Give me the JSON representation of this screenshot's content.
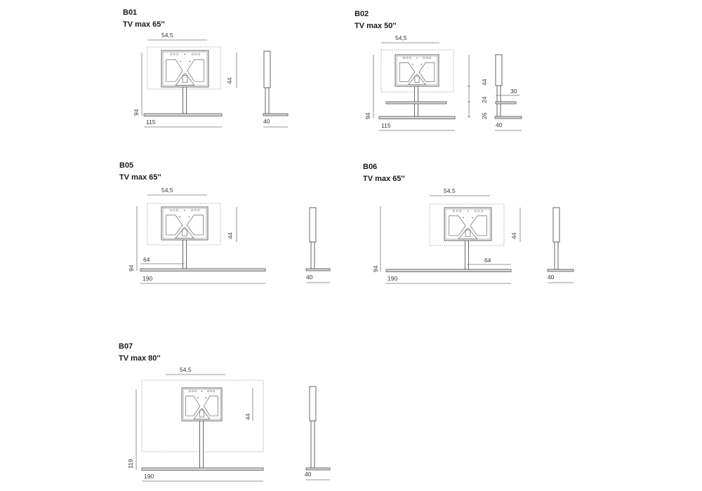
{
  "models": [
    {
      "code": "B01",
      "tv": "TV max 65''",
      "plate_width": "54,5",
      "plate_height": "44",
      "total_height": "94",
      "base_width": "115",
      "depth": "40"
    },
    {
      "code": "B02",
      "tv": "TV max 50''",
      "plate_width": "54,5",
      "plate_height": "44",
      "shelf_gap": "24",
      "shelf_height": "26",
      "shelf_depth": "30",
      "total_height": "94",
      "base_width": "115",
      "depth": "40"
    },
    {
      "code": "B05",
      "tv": "TV max 65''",
      "plate_width": "54,5",
      "plate_height": "44",
      "offset": "64",
      "total_height": "94",
      "base_width": "190",
      "depth": "40"
    },
    {
      "code": "B06",
      "tv": "TV max 65''",
      "plate_width": "54,5",
      "plate_height": "44",
      "offset": "64",
      "total_height": "94",
      "base_width": "190",
      "depth": "40"
    },
    {
      "code": "B07",
      "tv": "TV max 80''",
      "plate_width": "54,5",
      "plate_height": "44",
      "total_height": "119",
      "base_width": "190",
      "depth": "40"
    }
  ]
}
